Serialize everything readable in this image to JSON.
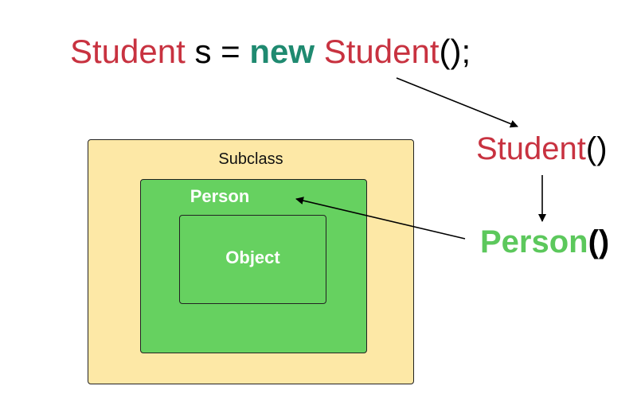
{
  "code": {
    "type_name": "Student",
    "variable": " s = ",
    "keyword": "new",
    "constructor_name": " Student",
    "call_suffix": "();"
  },
  "chain": {
    "student_ctor": {
      "name": "Student",
      "parens": "()"
    },
    "person_ctor": {
      "name": "Person",
      "parens": "()"
    }
  },
  "boxes": {
    "subclass_label": "Subclass",
    "person_label": "Person",
    "object_label": "Object"
  },
  "colors": {
    "type_red": "#c83240",
    "keyword_teal": "#1f8a70",
    "person_green": "#5cc85c",
    "subclass_fill": "#fde8a6",
    "person_fill": "#66d160"
  }
}
